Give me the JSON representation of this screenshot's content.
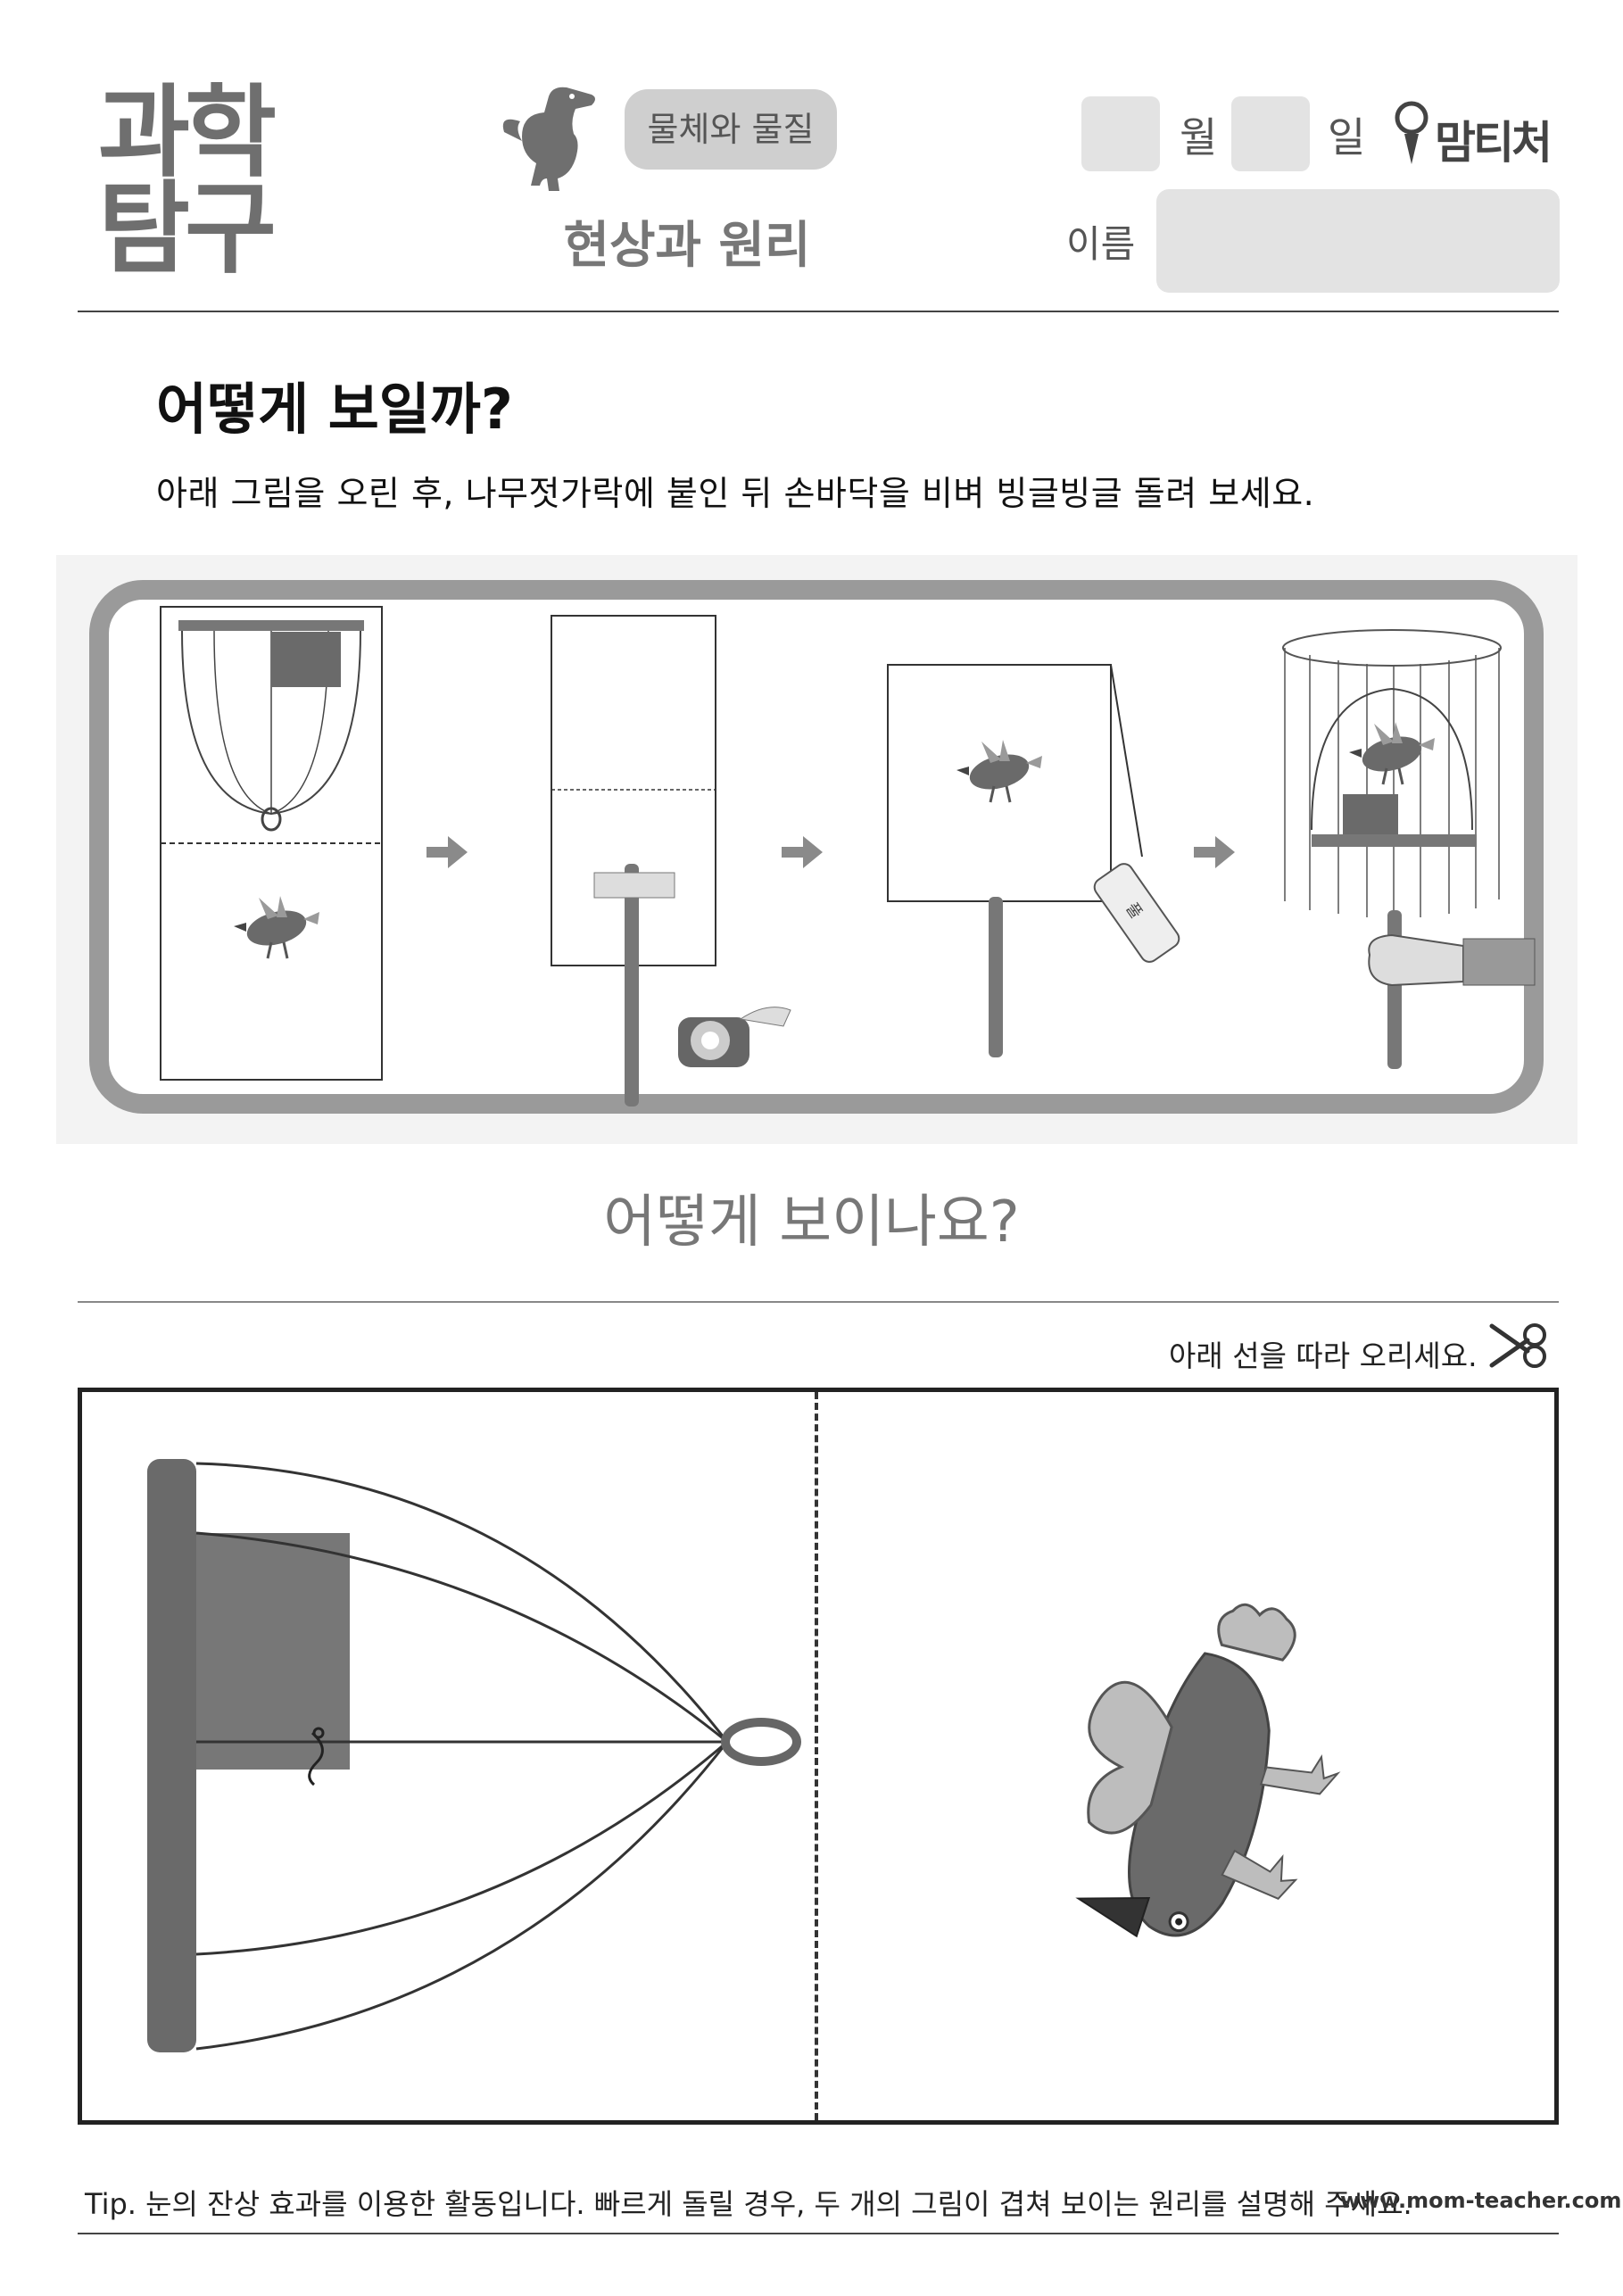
{
  "header": {
    "logo_line1": "과학",
    "logo_line2": "탐구",
    "category_pill": "물체와 물질",
    "subtitle": "현상과 원리",
    "month_label": "월",
    "day_label": "일",
    "brand": "맘티처",
    "name_label": "이름"
  },
  "question": {
    "title": "어떻게 보일까?",
    "instruction": "아래 그림을 오린 후, 나무젓가락에 붙인 뒤 손바닥을 비벼 빙글빙글 돌려 보세요.",
    "tape_label": "",
    "glue_label": "풀",
    "prompt": "어떻게 보이나요?"
  },
  "cutout": {
    "note": "아래 선을 따라 오리세요."
  },
  "footer": {
    "tip": "Tip. 눈의 잔상 효과를 이용한 활동입니다. 빠르게 돌릴 경우, 두 개의 그림이 겹쳐 보이는 원리를 설명해 주세요.",
    "site": "www.mom-teacher.com"
  },
  "colors": {
    "frame": "#9a9a9a",
    "pill": "#cfcfcf",
    "input_box": "#e3e3e3",
    "bird_body": "#6a6a6a"
  },
  "icons": [
    "dinosaur-icon",
    "brand-pencil-icon",
    "arrow-right-icon",
    "tape-icon",
    "glue-stick-icon",
    "hand-icon",
    "scissors-icon"
  ]
}
